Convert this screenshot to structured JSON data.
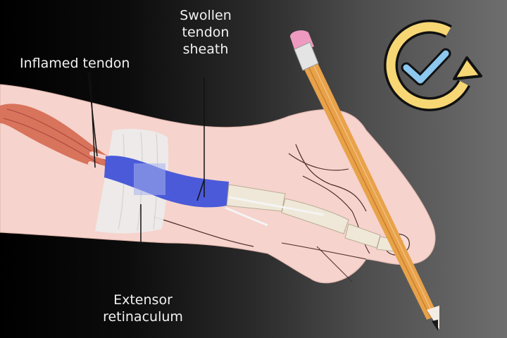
{
  "diagram": {
    "labels": {
      "inflamed_tendon": "Inflamed tendon",
      "swollen_tendon_sheath": [
        "Swollen",
        "tendon",
        "sheath"
      ],
      "extensor_retinaculum": [
        "Extensor",
        "retinaculum"
      ]
    },
    "icons": {
      "badge": "refresh-check-icon",
      "pencil": "pencil-icon"
    },
    "colors": {
      "skin": "#f6d3cc",
      "skin_line": "#4a2a2a",
      "muscle": "#d8735c",
      "sheath": "#4a5ad8",
      "retinaculum": "#ececec",
      "bone": "#efe8d8",
      "pencil_body": "#e8a24a",
      "eraser": "#ee9ac0",
      "badge_ring": "#f7d774",
      "badge_check": "#8cc8f0",
      "label_text": "#f2f2f2"
    }
  }
}
